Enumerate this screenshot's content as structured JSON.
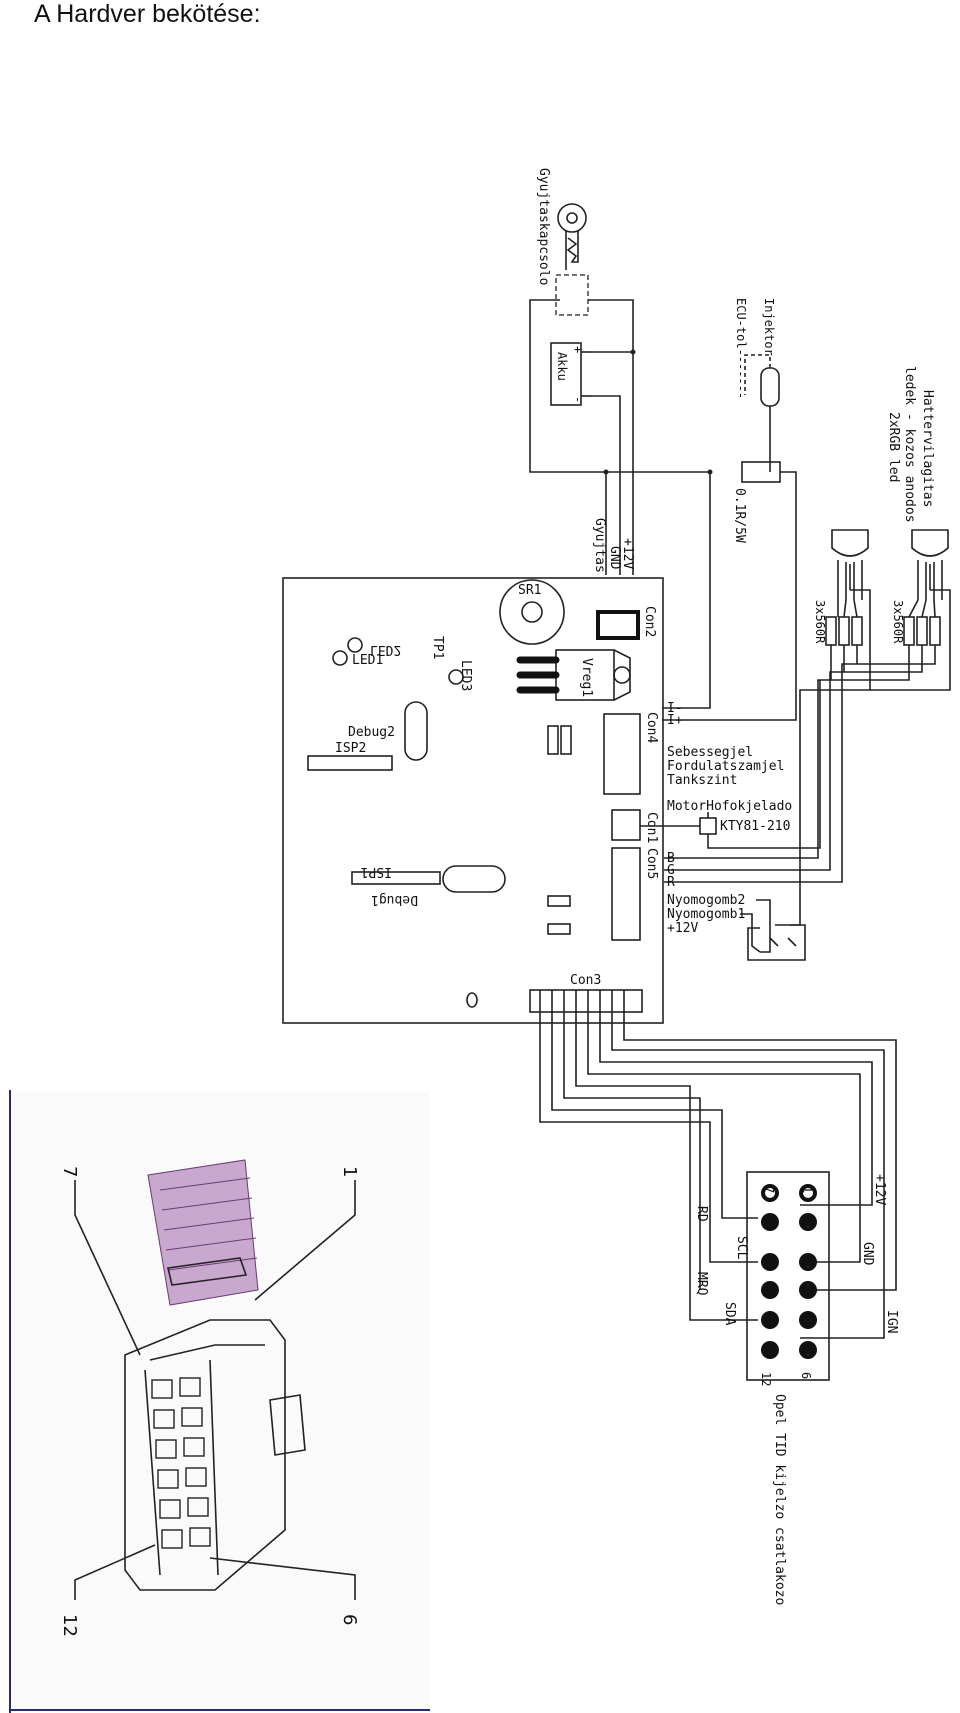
{
  "heading": "A Hardver bekötése:",
  "labels": {
    "gyujtaskapcsolo": "Gyujtaskapcsolo",
    "akku": "Akku",
    "akku_plus": "+",
    "akku_minus": "-",
    "injektor": "Injektor",
    "ecu": "ECU-tol-------",
    "shunt": "0.1R/5W",
    "hatter1": "Hattervilagitas",
    "hatter2": "ledek - kozos anodos",
    "hatter3": "2xRGB led",
    "res1": "3x560R",
    "res2": "3x560R",
    "plus12v_top": "+12V",
    "gnd_top": "GND",
    "gyujtas": "Gyujtas",
    "sr1": "SR1",
    "con2": "Con2",
    "vreg1": "Vreg1",
    "led2": "LED2",
    "led1": "LED1",
    "tp1": "TP1",
    "led3": "LED3",
    "debug2": "Debug2",
    "isp2": "ISP2",
    "isp1": "ISP1",
    "debug1": "Debug1",
    "con4": "Con4",
    "con1": "Con1",
    "con5": "Con5",
    "con3": "Con3",
    "i_minus": "I-",
    "i_plus": "I+",
    "sebesseg": "Sebessegjel",
    "fordulat": "Fordulatszamjel",
    "tankszint": "Tankszint",
    "motorhofok": "MotorHofokjelado",
    "kty": "KTY81-210",
    "b": "B",
    "g": "G",
    "r": "R",
    "nyomogomb2": "Nyomogomb2",
    "nyomogomb1": "Nyomogomb1",
    "plus12v_btn": "+12V",
    "plus12v_conn": "+12V",
    "gnd_conn": "GND",
    "ign": "IGN",
    "rd": "RD",
    "scl": "SCL",
    "mrq": "MRQ",
    "sda": "SDA",
    "pin7": "7",
    "pin1": "1",
    "pin12": "12",
    "pin6": "6",
    "opel": "Opel TID kijelzo csatlakozo",
    "photo_1": "1",
    "photo_7": "7",
    "photo_12": "12",
    "photo_6": "6"
  }
}
